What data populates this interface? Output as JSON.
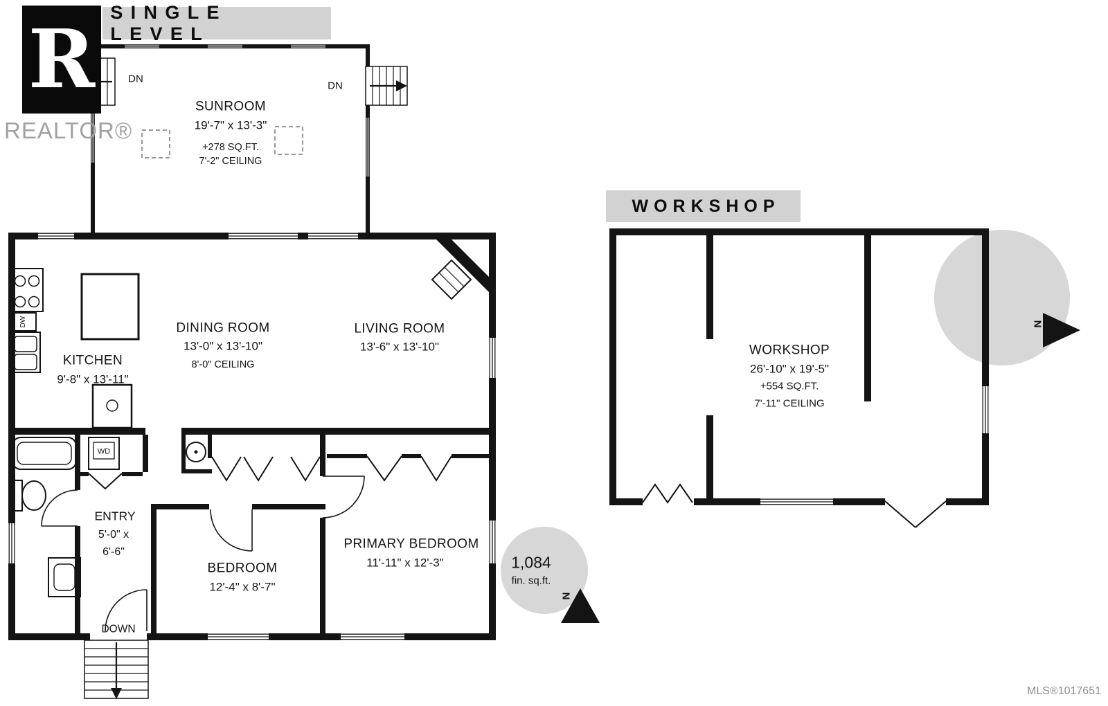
{
  "branding": {
    "logo_letter": "R",
    "wordmark": "REALTOR®",
    "mls": "MLS®1017651"
  },
  "headers": {
    "plan_title": "SINGLE LEVEL",
    "workshop_title": "WORKSHOP"
  },
  "compass": {
    "north": "N"
  },
  "area_badge": {
    "value": "1,084",
    "unit": "fin. sq.ft."
  },
  "stairs": {
    "dn_left": "DN",
    "dn_right": "DN",
    "down": "DOWN"
  },
  "appliances": {
    "washer_dryer": "WD",
    "dishwasher": "DW"
  },
  "colors": {
    "wall": "#141414",
    "accent_gray": "#d2d2d2",
    "circle_gray": "#d7d7d7"
  },
  "rooms": {
    "sunroom": {
      "name": "SUNROOM",
      "dims": "19'-7\" x 13'-3\"",
      "area": "+278 SQ.FT.",
      "ceiling": "7'-2\" CEILING"
    },
    "dining": {
      "name": "DINING ROOM",
      "dims": "13'-0\" x 13'-10\"",
      "ceiling": "8'-0\" CEILING"
    },
    "living": {
      "name": "LIVING ROOM",
      "dims": "13'-6\" x 13'-10\""
    },
    "kitchen": {
      "name": "KITCHEN",
      "dims": "9'-8\" x 13'-11\""
    },
    "entry": {
      "name": "ENTRY",
      "dims_line1": "5'-0\" x",
      "dims_line2": "6'-6\""
    },
    "bedroom": {
      "name": "BEDROOM",
      "dims": "12'-4\" x 8'-7\""
    },
    "primary": {
      "name": "PRIMARY BEDROOM",
      "dims": "11'-11\" x 12'-3\""
    },
    "workshop": {
      "name": "WORKSHOP",
      "dims": "26'-10\" x 19'-5\"",
      "area": "+554 SQ.FT.",
      "ceiling": "7'-11\" CEILING"
    }
  }
}
